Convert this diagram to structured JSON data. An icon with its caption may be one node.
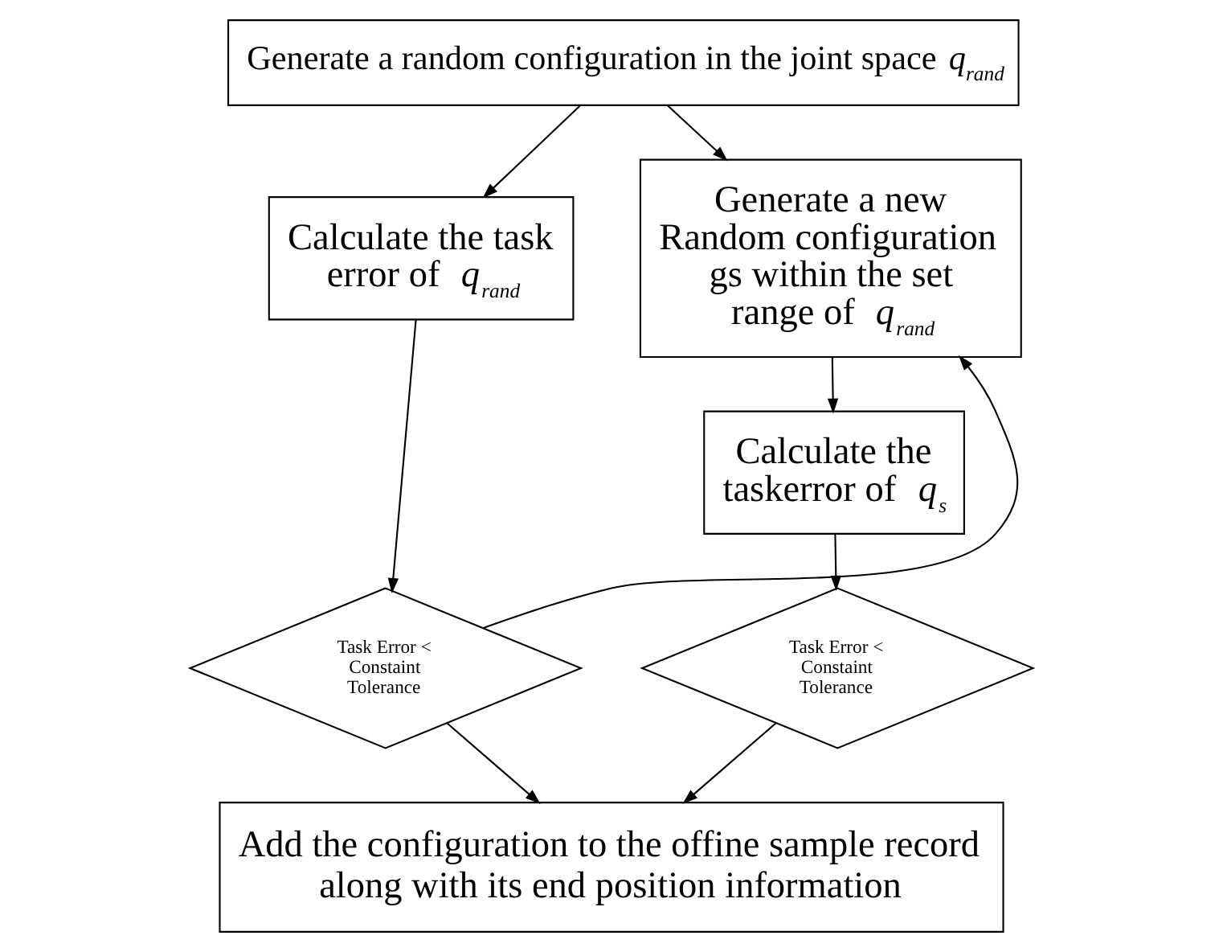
{
  "diagram": {
    "nodes": [
      {
        "text": [
          "Generate a random configuration in the joint space *q*$_{rand}$"
        ]
      },
      {
        "text": [
          "Calculate the task error of *q*$_{rand}$"
        ]
      },
      {
        "text": [
          "Generate a new Random configuration gs within the set range of *q*$_{rand}$"
        ]
      },
      {
        "text": [
          "Task Error < Constaint Tolerance"
        ]
      },
      {
        "text": [
          "Calculate the taskerror of *q*$_{s}$"
        ]
      },
      {
        "text": [
          "Task Error < Constaint Tolerance"
        ]
      },
      {
        "text": [
          "Add the configuration to the offine sample record along with its end position information"
        ]
      }
    ],
    "edges": [
      {
        "from": 0,
        "to": 1,
        "arrow": "to"
      },
      {
        "from": 0,
        "to": 2,
        "arrow": "to"
      },
      {
        "from": 1,
        "to": 3,
        "arrow": "to"
      },
      {
        "from": 3,
        "to": 2,
        "arrow": "to"
      },
      {
        "from": 2,
        "to": 4,
        "arrow": "to"
      },
      {
        "from": 4,
        "to": 5,
        "arrow": "to"
      },
      {
        "from": 3,
        "to": 6,
        "arrow": "to"
      },
      {
        "from": 5,
        "to": 6,
        "arrow": "to"
      }
    ]
  }
}
